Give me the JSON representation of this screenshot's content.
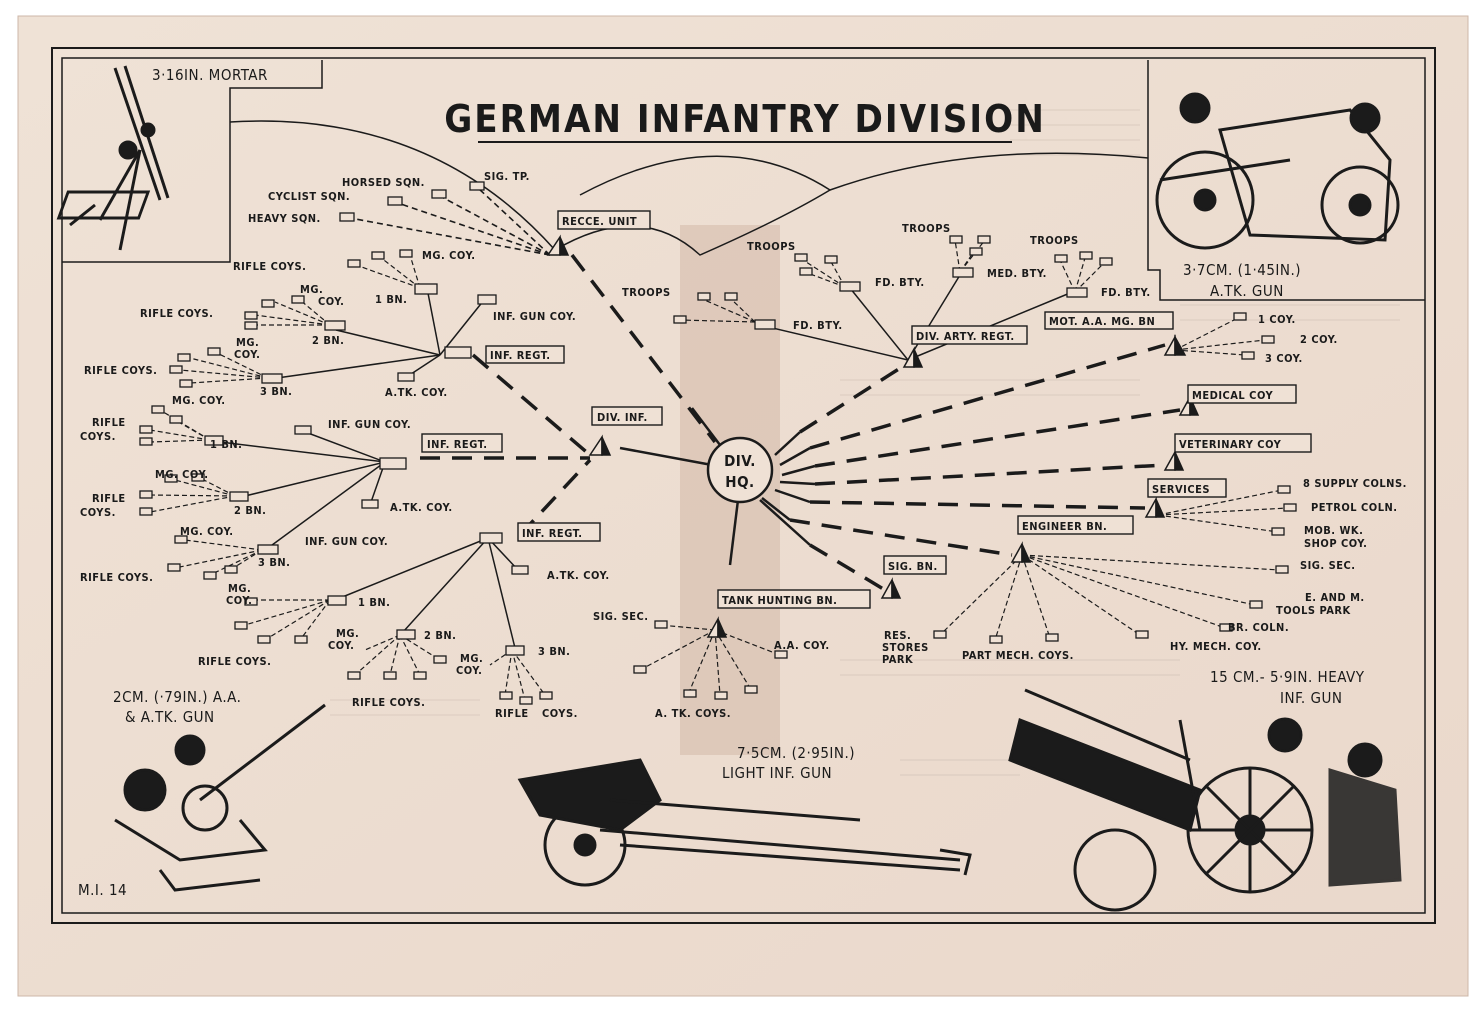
{
  "title": "GERMAN INFANTRY DIVISION",
  "reference": "M.I. 14",
  "colors": {
    "paper": "#efe0d4",
    "ink": "#1b1b1b",
    "tape": "#d8c2b2",
    "edge": "#e3cfc2"
  },
  "weapons": {
    "mortar": "3·16IN. MORTAR",
    "atk_gun_1": "3·7CM. (1·45IN.)",
    "atk_gun_2": "A.TK. GUN",
    "aa_gun_1": "2CM. (·79IN.) A.A.",
    "aa_gun_2": "& A.TK. GUN",
    "light_inf_gun_1": "7·5CM. (2·95IN.)",
    "light_inf_gun_2": "LIGHT INF. GUN",
    "heavy_inf_gun_1": "15 CM.- 5·9IN. HEAVY",
    "heavy_inf_gun_2": "INF. GUN"
  },
  "hq": {
    "line1": "DIV.",
    "line2": "HQ."
  },
  "units": {
    "recce": "RECCE. UNIT",
    "div_inf": "DIV. INF.",
    "inf_regt": "INF. REGT.",
    "div_arty": "DIV. ARTY. REGT.",
    "mot_aa": "MOT. A.A. MG. BN",
    "medical": "MEDICAL COY",
    "veterinary": "VETERINARY COY",
    "services": "SERVICES",
    "engineer": "ENGINEER BN.",
    "sig_bn": "SIG. BN.",
    "tank_hunting": "TANK HUNTING BN."
  },
  "labels": {
    "sig_tp": "SIG. TP.",
    "horsed_sqn": "HORSED SQN.",
    "cyclist_sqn": "CYCLIST SQN.",
    "heavy_sqn": "HEAVY SQN.",
    "rifle_coys": "RIFLE COYS.",
    "mg_coy": "MG. COY.",
    "mg": "MG.",
    "coy": "COY.",
    "bn1": "1 BN.",
    "bn2": "2 BN.",
    "bn3": "3 BN.",
    "inf_gun_coy": "INF. GUN COY.",
    "atk_coy": "A.TK. COY.",
    "atk_coys": "A. TK. COYS.",
    "rifle": "RIFLE",
    "coys": "COYS.",
    "rifle_coys_b": "RIFLE COYS.",
    "troops": "TROOPS",
    "fd_bty": "FD. BTY.",
    "med_bty": "MED. BTY.",
    "coy1": "1 COY.",
    "coy2": "2 COY.",
    "coy3": "3 COY.",
    "supply": "8 SUPPLY COLNS.",
    "petrol": "PETROL COLN.",
    "mob_wk": "MOB. WK.",
    "shop_coy": "SHOP COY.",
    "sig_sec": "SIG. SEC.",
    "e_and_m": "E. AND M.",
    "tools_park": "TOOLS PARK",
    "br_coln": "BR. COLN.",
    "hy_mech": "HY. MECH. COY.",
    "part_mech": "PART MECH. COYS.",
    "res": "RES.",
    "stores": "STORES",
    "park": "PARK",
    "aa_coy": "A.A. COY."
  }
}
